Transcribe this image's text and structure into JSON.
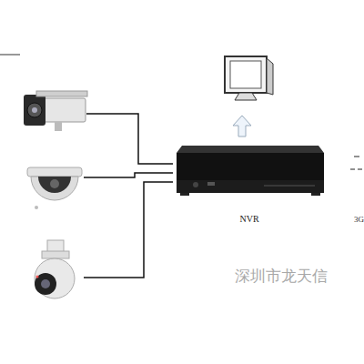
{
  "diagram": {
    "nodes": [
      {
        "text": [
          "NVR"
        ]
      }
    ],
    "labels": [
      "3G",
      "深圳市龙天信"
    ]
  }
}
